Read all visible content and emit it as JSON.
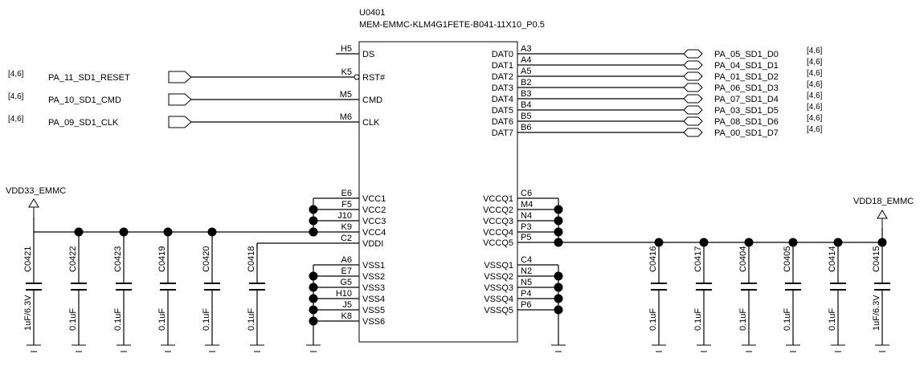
{
  "ic": {
    "refdes": "U0401",
    "part": "MEM-EMMC-KLM4G1FETE-B041-11X10_P0.5",
    "left_control_pins": [
      {
        "pin": "H5",
        "name": "DS"
      },
      {
        "pin": "K5",
        "name": "RST#",
        "inverted": true
      },
      {
        "pin": "M5",
        "name": "CMD"
      },
      {
        "pin": "M6",
        "name": "CLK"
      }
    ],
    "left_power_pins": [
      {
        "pin": "E6",
        "name": "VCC1"
      },
      {
        "pin": "F5",
        "name": "VCC2"
      },
      {
        "pin": "J10",
        "name": "VCC3"
      },
      {
        "pin": "K9",
        "name": "VCC4"
      },
      {
        "pin": "C2",
        "name": "VDDI"
      }
    ],
    "left_ground_pins": [
      {
        "pin": "A6",
        "name": "VSS1"
      },
      {
        "pin": "E7",
        "name": "VSS2"
      },
      {
        "pin": "G5",
        "name": "VSS3"
      },
      {
        "pin": "H10",
        "name": "VSS4"
      },
      {
        "pin": "J5",
        "name": "VSS5"
      },
      {
        "pin": "K8",
        "name": "VSS6"
      }
    ],
    "right_data_pins": [
      {
        "pin": "A3",
        "name": "DAT0"
      },
      {
        "pin": "A4",
        "name": "DAT1"
      },
      {
        "pin": "A5",
        "name": "DAT2"
      },
      {
        "pin": "B2",
        "name": "DAT3"
      },
      {
        "pin": "B3",
        "name": "DAT4"
      },
      {
        "pin": "B4",
        "name": "DAT5"
      },
      {
        "pin": "B5",
        "name": "DAT6"
      },
      {
        "pin": "B6",
        "name": "DAT7"
      }
    ],
    "right_power_pins": [
      {
        "pin": "C6",
        "name": "VCCQ1"
      },
      {
        "pin": "M4",
        "name": "VCCQ2"
      },
      {
        "pin": "N4",
        "name": "VCCQ3"
      },
      {
        "pin": "P3",
        "name": "VCCQ4"
      },
      {
        "pin": "P5",
        "name": "VCCQ5"
      }
    ],
    "right_ground_pins": [
      {
        "pin": "C4",
        "name": "VSSQ1"
      },
      {
        "pin": "N2",
        "name": "VSSQ2"
      },
      {
        "pin": "N5",
        "name": "VSSQ3"
      },
      {
        "pin": "P4",
        "name": "VSSQ4"
      },
      {
        "pin": "P6",
        "name": "VSSQ5"
      }
    ]
  },
  "left_nets": [
    {
      "ref": "[4,6]",
      "net": "PA_11_SD1_RESET"
    },
    {
      "ref": "[4,6]",
      "net": "PA_10_SD1_CMD"
    },
    {
      "ref": "[4,6]",
      "net": "PA_09_SD1_CLK"
    }
  ],
  "data_nets": [
    {
      "net": "PA_05_SD1_D0",
      "ref": "[4,6]"
    },
    {
      "net": "PA_04_SD1_D1",
      "ref": "[4,6]"
    },
    {
      "net": "PA_01_SD1_D2",
      "ref": "[4,6]"
    },
    {
      "net": "PA_06_SD1_D3",
      "ref": "[4,6]"
    },
    {
      "net": "PA_07_SD1_D4",
      "ref": "[4,6]"
    },
    {
      "net": "PA_03_SD1_D5",
      "ref": "[4,6]"
    },
    {
      "net": "PA_08_SD1_D6",
      "ref": "[4,6]"
    },
    {
      "net": "PA_00_SD1_D7",
      "ref": "[4,6]"
    }
  ],
  "power_rails": {
    "left": "VDD33_EMMC",
    "right": "VDD18_EMMC"
  },
  "left_caps": [
    {
      "ref": "C0421",
      "value": "1uF/6.3V"
    },
    {
      "ref": "C0422",
      "value": "0.1uF"
    },
    {
      "ref": "C0423",
      "value": "0.1uF"
    },
    {
      "ref": "C0419",
      "value": "0.1uF"
    },
    {
      "ref": "C0420",
      "value": "0.1uF"
    }
  ],
  "vddi_cap": {
    "ref": "C0418",
    "value": "0.1uF"
  },
  "right_caps": [
    {
      "ref": "C0416",
      "value": "0.1uF"
    },
    {
      "ref": "C0417",
      "value": "0.1uF"
    },
    {
      "ref": "C0404",
      "value": "0.1uF"
    },
    {
      "ref": "C0405",
      "value": "0.1uF"
    },
    {
      "ref": "C0414",
      "value": "0.1uF"
    },
    {
      "ref": "C0415",
      "value": "1uF/6.3V"
    }
  ]
}
